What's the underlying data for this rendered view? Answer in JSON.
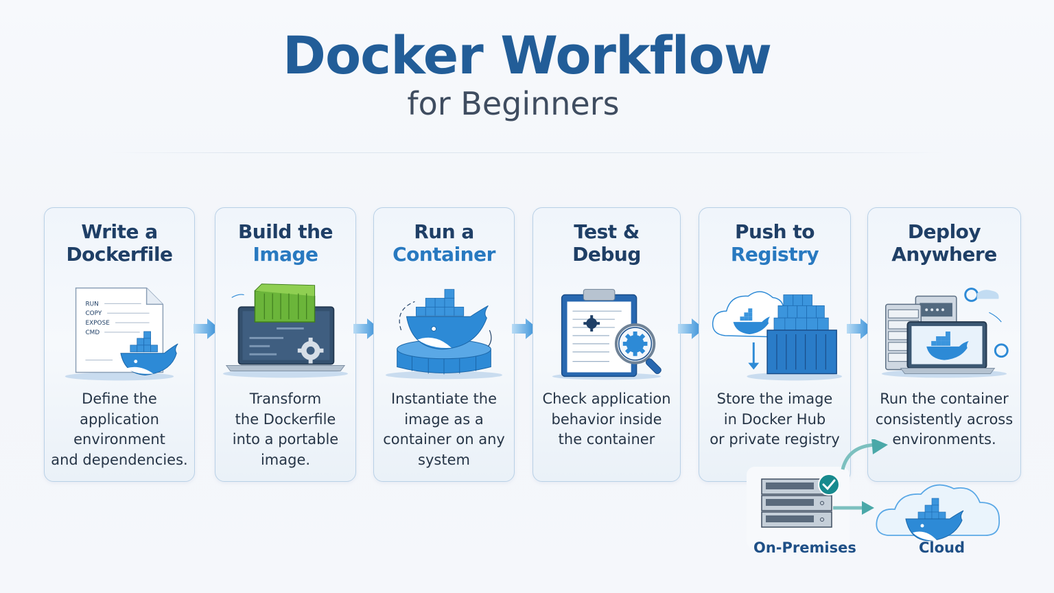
{
  "header": {
    "title": "Docker Workflow",
    "subtitle": "for Beginners"
  },
  "steps": [
    {
      "title_line1": "Write a",
      "title_line2": "Dockerfile",
      "title_line2_highlight": false,
      "icon": "dockerfile-document-icon",
      "dockerfile_lines": [
        "RUN",
        "COPY",
        "EXPOSE",
        "CMD"
      ],
      "description": "Define the\napplication\nenvironment\nand dependencies."
    },
    {
      "title_line1": "Build the",
      "title_line2": "Image",
      "title_line2_highlight": true,
      "icon": "laptop-container-build-icon",
      "description": "Transform\nthe Dockerfile\ninto a portable\nimage."
    },
    {
      "title_line1": "Run a",
      "title_line2": "Container",
      "title_line2_highlight": true,
      "icon": "docker-whale-platform-icon",
      "description": "Instantiate the\nimage as a\ncontainer on any\nsystem"
    },
    {
      "title_line1": "Test &",
      "title_line2": "Debug",
      "title_line2_highlight": false,
      "icon": "clipboard-magnifier-icon",
      "description": "Check application\nbehavior inside\nthe container"
    },
    {
      "title_line1": "Push to",
      "title_line2": "Registry",
      "title_line2_highlight": true,
      "icon": "cloud-registry-icon",
      "description": "Store the image\nin Docker Hub\nor private registry"
    },
    {
      "title_line1": "Deploy",
      "title_line2": "Anywhere",
      "title_line2_highlight": false,
      "icon": "servers-laptop-deploy-icon",
      "description": "Run the container\nconsistently across\nenvironments."
    }
  ],
  "deploy_targets": {
    "on_premises": "On-Premises",
    "cloud": "Cloud"
  },
  "colors": {
    "title": "#225d98",
    "docker_blue": "#2d8ad6",
    "dark_navy": "#1f3f66",
    "green_container": "#6bb53a",
    "teal_arrow": "#4aa8a8",
    "check_teal": "#178a8e"
  }
}
